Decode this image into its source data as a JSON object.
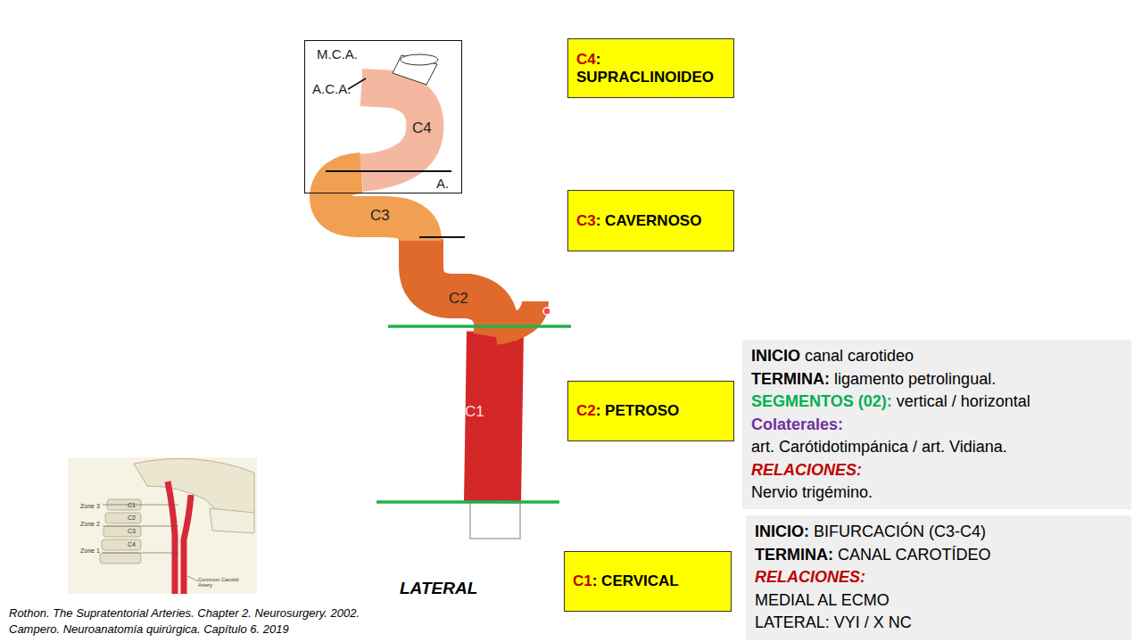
{
  "diagram": {
    "nodes": [
      {
        "text": [
          "M.C.A.",
          "A.C.A.",
          "C4",
          "A."
        ]
      },
      {
        "text": [
          "C4",
          ": SUPRACLINOIDEO"
        ]
      },
      {
        "text": [
          "C3",
          ": CAVERNOSO"
        ]
      },
      {
        "text": [
          "INICIO",
          "canal carotideo",
          "TERMINA:",
          "ligamento petrolingual.",
          "SEGMENTOS (02):",
          "vertical / horizontal",
          "Colaterales:",
          "art. Carótidotimpánica / art. Vidiana.",
          "RELACIONES:",
          "Nervio trigémino."
        ]
      },
      {
        "text": [
          "C2",
          ": PETROSO"
        ]
      },
      {
        "text": [
          "INICIO:",
          "BIFURCACIÓN (C3-C4)",
          "TERMINA:",
          "CANAL CAROTÍDEO",
          "RELACIONES:",
          "MEDIAL AL ECMO",
          "LATERAL: VYI / X NC"
        ]
      },
      {
        "text": [
          "C1",
          ": CERVICAL"
        ]
      }
    ],
    "labels": [
      "C3",
      "C2",
      "C1",
      "LATERAL",
      "Zone 3",
      "C1",
      "Zone 2",
      "C2",
      "C3",
      "C4",
      "Zone 1",
      "Common Carotid Artery",
      "Rothon. The Supratentorial Arteries. Chapter 2. Neurosurgery. 2002.",
      "Campero. Neuroanatomía quirúrgica. Capítulo 6. 2019"
    ]
  }
}
